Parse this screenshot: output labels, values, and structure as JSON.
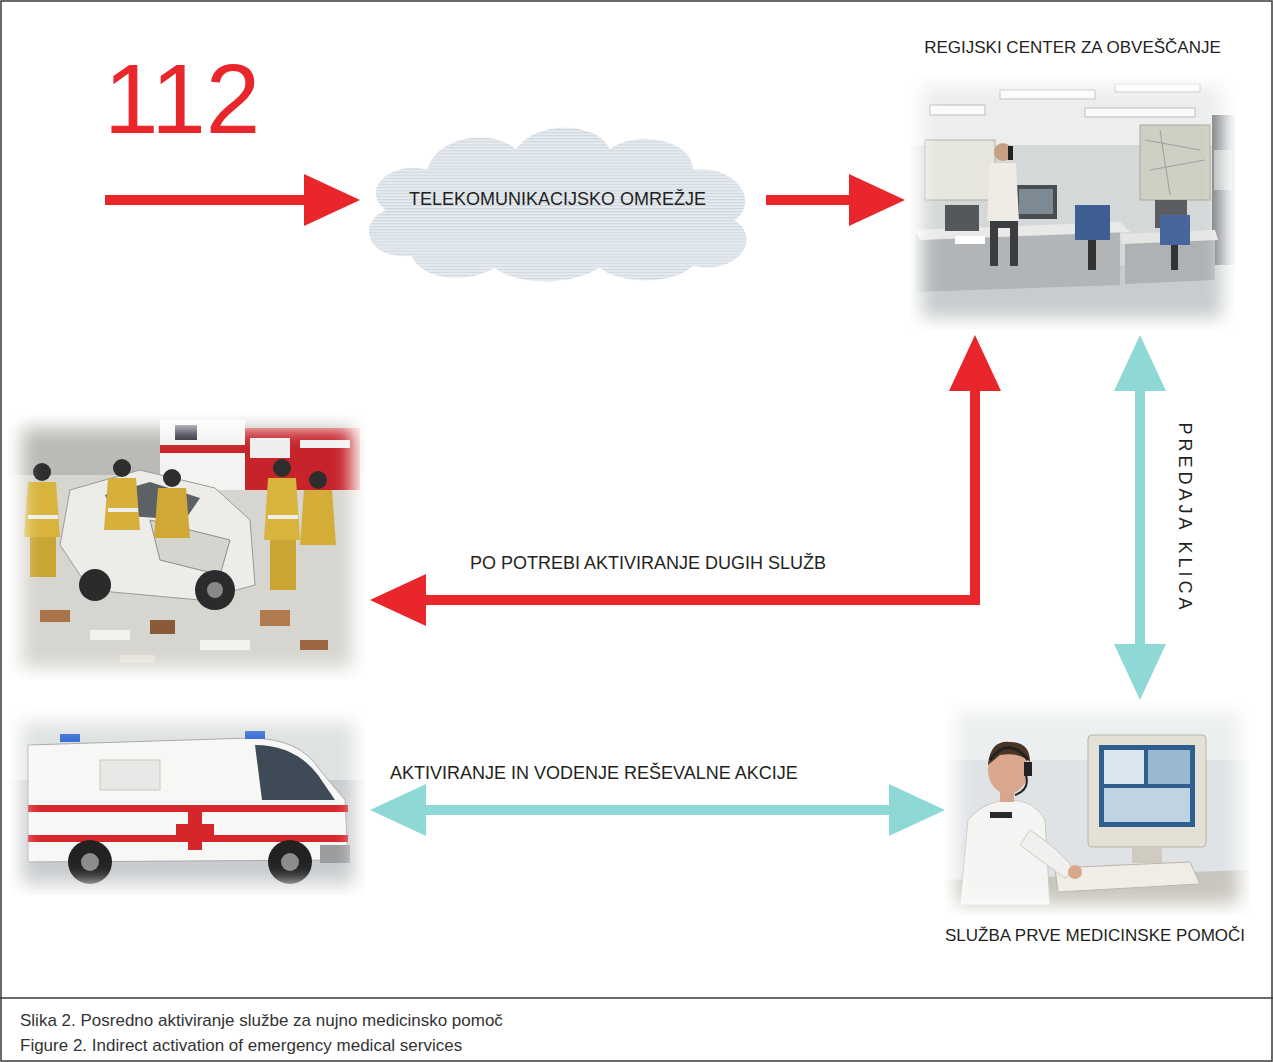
{
  "diagram": {
    "caption": "Slika 2. Posredno aktiviranje službe za nujno medicinsko pomoč",
    "nodes": [
      {
        "text": [
          "TELEKOMUNIKACIJSKO OMREŽJE"
        ]
      },
      {
        "text": [
          "REGIJSKI CENTER ZA OBVEŠČANJE"
        ]
      },
      {
        "text": [
          "SLUŽBA PRVE MEDICINSKE POMOČI"
        ]
      }
    ],
    "edges": [
      {
        "from": 0,
        "to": 1,
        "arrow": "to"
      },
      {
        "from": 1,
        "to": 2,
        "label": "PREDAJA KLICA",
        "arrow": "both"
      }
    ],
    "labels": [
      "112",
      "PO POTREBI AKTIVIRANJE DUGIH SLUŽB",
      "AKTIVIRANJE IN VODENJE REŠEVALNE AKCIJE",
      "Figure 2. Indirect activation of emergency medical services"
    ]
  }
}
